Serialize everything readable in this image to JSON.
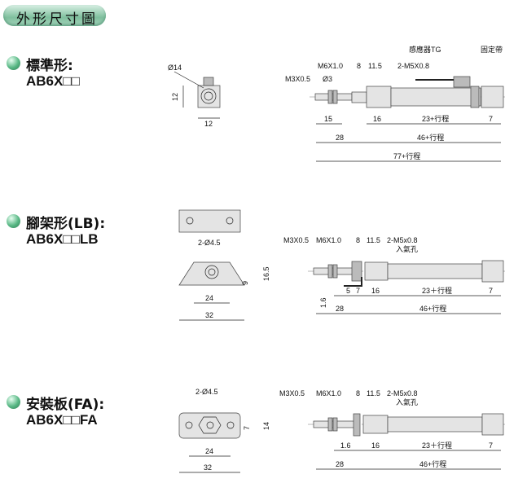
{
  "header": {
    "title": "外形尺寸圖"
  },
  "sections": [
    {
      "title": "標準形:",
      "model": "AB6X□□",
      "labels": {
        "d14": "Ø14",
        "s12v": "12",
        "s12h": "12",
        "m3": "M3X0.5",
        "d3": "Ø3",
        "m6": "M6X1.0",
        "d8": "8",
        "d115": "11.5",
        "port": "2-M5X0.8",
        "sensor": "感應器TG",
        "band": "固定帶",
        "d15": "15",
        "d16": "16",
        "d23": "23+行程",
        "d7": "7",
        "d28": "28",
        "d46": "46+行程",
        "d77": "77+行程"
      }
    },
    {
      "title": "腳架形(LB):",
      "model": "AB6X□□LB",
      "labels": {
        "holes": "2-Ø4.5",
        "d9": "9",
        "d165": "16.5",
        "d24": "24",
        "d32": "32",
        "m3": "M3X0.5",
        "m6": "M6X1.0",
        "d8": "8",
        "d115": "11.5",
        "port": "2-M5x0.8",
        "inlet": "入氣孔",
        "d16t": "1.6",
        "d5": "5",
        "d7a": "7",
        "d16": "16",
        "d23": "23＋行程",
        "d7": "7",
        "d28": "28",
        "d46": "46+行程"
      }
    },
    {
      "title": "安裝板(FA):",
      "model": "AB6X□□FA",
      "labels": {
        "holes": "2-Ø4.5",
        "d7v": "7",
        "d14": "14",
        "d24": "24",
        "d32": "32",
        "m3": "M3X0.5",
        "m6": "M6X1.0",
        "d8": "8",
        "d115": "11.5",
        "port": "2-M5x0.8",
        "inlet": "入氣孔",
        "d16t": "1.6",
        "d16": "16",
        "d23": "23＋行程",
        "d7": "7",
        "d28": "28",
        "d46": "46+行程"
      }
    }
  ]
}
